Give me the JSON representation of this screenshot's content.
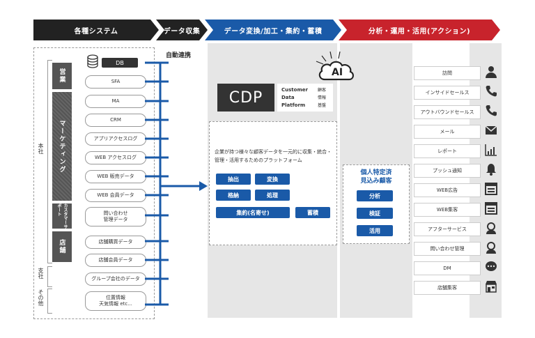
{
  "header": {
    "systems": "各種システム",
    "collect": "データ収集",
    "transform": "データ変換/加工・集約・蓄積",
    "action": "分析・運用・活用(アクション)"
  },
  "auto_link": "自動連携",
  "orgs": {
    "honsha": "本社",
    "shisha": "支社",
    "sonota": "その他"
  },
  "departments": {
    "eigyo": "営業",
    "marketing": "マーケティング",
    "support": "カスタマーサポート",
    "tenpo": "店舗"
  },
  "systems": [
    "DB",
    "SFA",
    "MA",
    "CRM",
    "アプリアクセスログ",
    "WEB アクセスログ",
    "WEB 販売データ",
    "WEB 会員データ",
    "問い合わせ\n管理データ",
    "店舗購買データ",
    "店舗会員データ",
    "グループ会社のデータ",
    "位置情報\n天気情報 etc..."
  ],
  "ai_label": "AI",
  "cdp": {
    "logo": "CDP",
    "words": [
      "Customer",
      "Data",
      "Platform"
    ],
    "jp": [
      "顧客",
      "情報",
      "基盤"
    ],
    "desc": "企業が持つ様々な顧客データを一元的に収集・統合・管理・活用するためのプラットフォーム",
    "buttons": [
      "抽出",
      "変換",
      "格納",
      "処理",
      "集約(名寄せ)",
      "蓄積"
    ]
  },
  "customer": {
    "title": "個人特定済\n見込み顧客",
    "buttons": [
      "分析",
      "検証",
      "活用"
    ]
  },
  "actions": [
    {
      "label": "訪問",
      "icon": "person-icon"
    },
    {
      "label": "インサイドセールス",
      "icon": "phone-icon"
    },
    {
      "label": "アウトバウンドセールス",
      "icon": "phone-icon"
    },
    {
      "label": "メール",
      "icon": "mail-icon"
    },
    {
      "label": "レポート",
      "icon": "report-icon"
    },
    {
      "label": "プッシュ通知",
      "icon": "bell-icon"
    },
    {
      "label": "WEB広告",
      "icon": "web-icon"
    },
    {
      "label": "WEB集客",
      "icon": "web-icon"
    },
    {
      "label": "アフターサービス",
      "icon": "support-icon"
    },
    {
      "label": "問い合わせ管理",
      "icon": "support-icon"
    },
    {
      "label": "DM",
      "icon": "chat-icon"
    },
    {
      "label": "店舗集客",
      "icon": "shop-icon"
    }
  ],
  "colors": {
    "blue": "#1a5aa8",
    "red": "#c8232c",
    "black": "#222"
  }
}
